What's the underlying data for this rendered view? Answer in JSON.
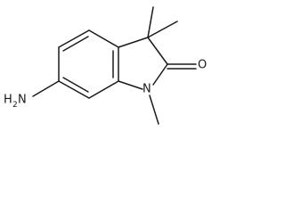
{
  "molecule": {
    "atoms": {
      "amine_h": "H",
      "amine_h_count": "2",
      "amine_n": "N",
      "ring_n": "N",
      "carbonyl_o": "O"
    },
    "colors": {
      "bond": "#1a1a1a",
      "text": "#1a1a1a",
      "background": "#ffffff"
    }
  }
}
